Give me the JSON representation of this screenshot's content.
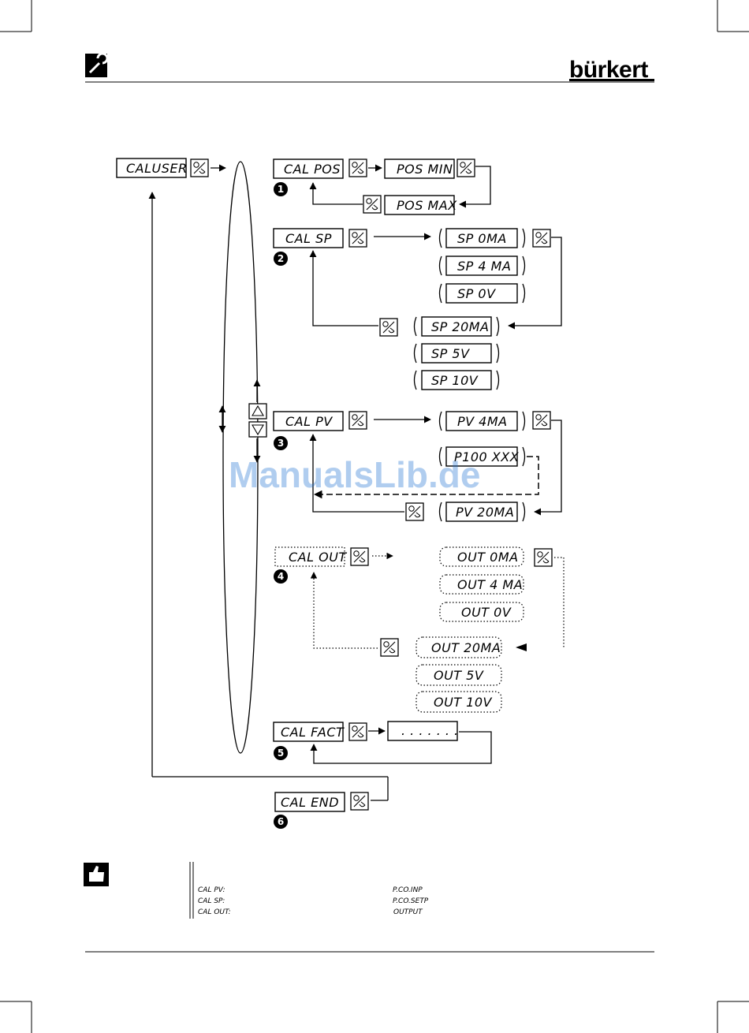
{
  "header": {
    "brand": "bürkert"
  },
  "watermark": "ManualsLib.de",
  "diagram": {
    "caluser": "CALUSER",
    "cal_pos": "CAL POS",
    "pos_min": "POS MIN",
    "pos_max": "POS MAX",
    "cal_sp": "CAL SP",
    "sp_0ma": "SP 0MA",
    "sp_4ma": "SP 4 MA",
    "sp_0v": "SP 0V",
    "sp_20ma": "SP 20MA",
    "sp_5v": "SP 5V",
    "sp_10v": "SP 10V",
    "cal_pv": "CAL PV",
    "pv_4ma": "PV 4MA",
    "p100": "P100 XXX",
    "pv_20ma": "PV 20MA",
    "cal_out": "CAL OUT",
    "out_0ma": "OUT 0MA",
    "out_4ma": "OUT 4 MA",
    "out_0v": "OUT 0V",
    "out_20ma": "OUT 20MA",
    "out_5v": "OUT 5V",
    "out_10v": "OUT 10V",
    "cal_fact": "CAL FACT",
    "ellipsis": ". . . . . . .",
    "cal_end": "CAL END",
    "step_numbers": [
      "1",
      "2",
      "3",
      "4",
      "5",
      "6"
    ]
  },
  "note": {
    "rows": [
      {
        "left": "CAL PV:",
        "right": "P.CO.INP"
      },
      {
        "left": "CAL SP:",
        "right": "P.CO.SETP"
      },
      {
        "left": "CAL OUT:",
        "right": "OUTPUT"
      }
    ]
  }
}
